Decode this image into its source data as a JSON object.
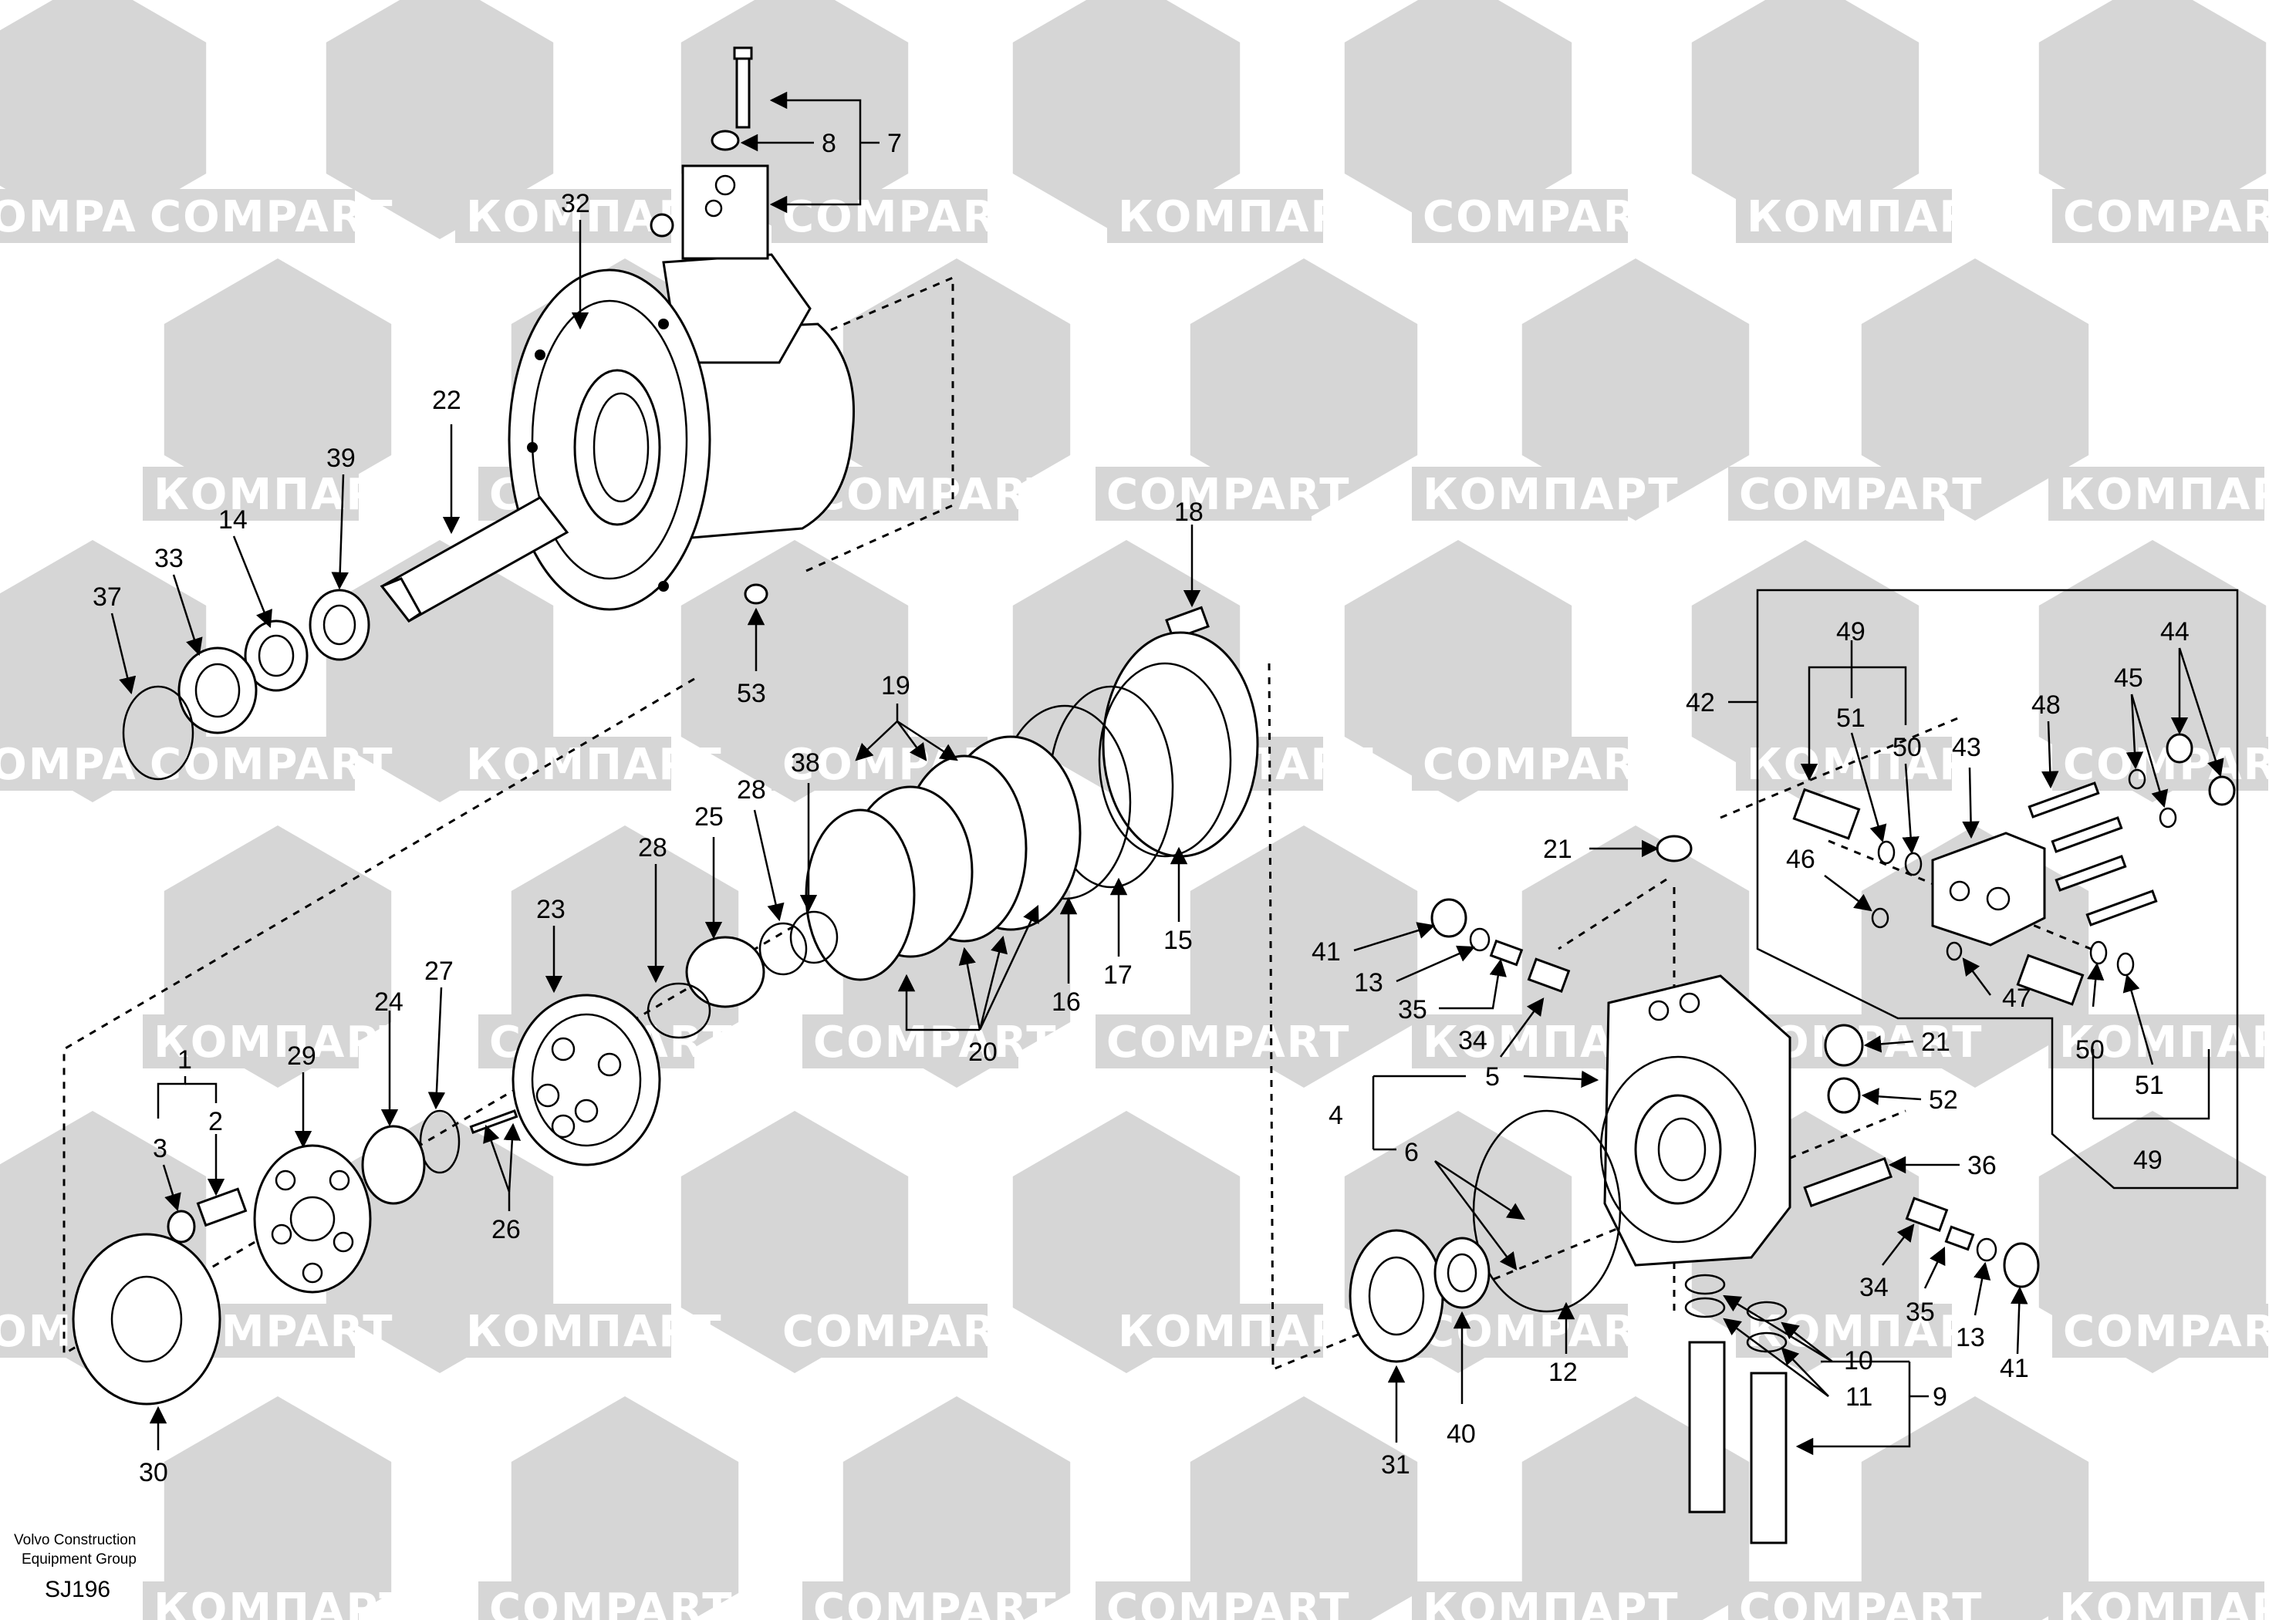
{
  "watermark": {
    "text_latin": "COMPART",
    "text_cyrillic": "КОМПАРТ",
    "color": "#d6d6d6"
  },
  "footer": {
    "line1": "Volvo Construction",
    "line2": "Equipment Group",
    "code": "SJ196"
  },
  "callouts": [
    "1",
    "2",
    "3",
    "4",
    "5",
    "6",
    "7",
    "8",
    "9",
    "10",
    "11",
    "12",
    "13",
    "14",
    "15",
    "16",
    "17",
    "18",
    "19",
    "20",
    "21",
    "22",
    "23",
    "24",
    "25",
    "26",
    "27",
    "28",
    "29",
    "30",
    "31",
    "32",
    "33",
    "34",
    "35",
    "36",
    "37",
    "38",
    "39",
    "40",
    "41",
    "42",
    "43",
    "44",
    "45",
    "46",
    "47",
    "48",
    "49",
    "50",
    "51",
    "52",
    "53"
  ]
}
